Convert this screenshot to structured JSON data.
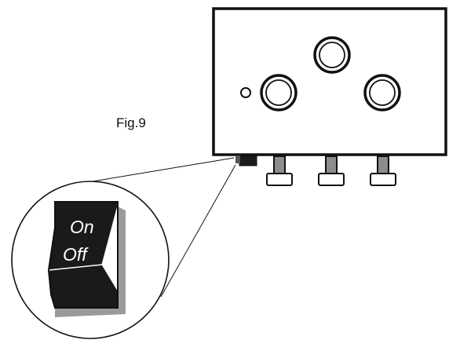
{
  "figure": {
    "label": "Fig.9"
  },
  "switch": {
    "on_label": "On",
    "off_label": "Off"
  },
  "colors": {
    "ink": "#111111",
    "panel": "#ffffff",
    "switch_body": "#1a1a1a",
    "switch_shadow": "#9a9a9a",
    "stem": "#8c8c8c"
  },
  "controls": {
    "knobs": [
      "top-knob",
      "left-knob",
      "right-knob"
    ],
    "indicator": "small-indicator-hole",
    "feet": [
      "foot-left",
      "foot-middle",
      "foot-right"
    ]
  }
}
